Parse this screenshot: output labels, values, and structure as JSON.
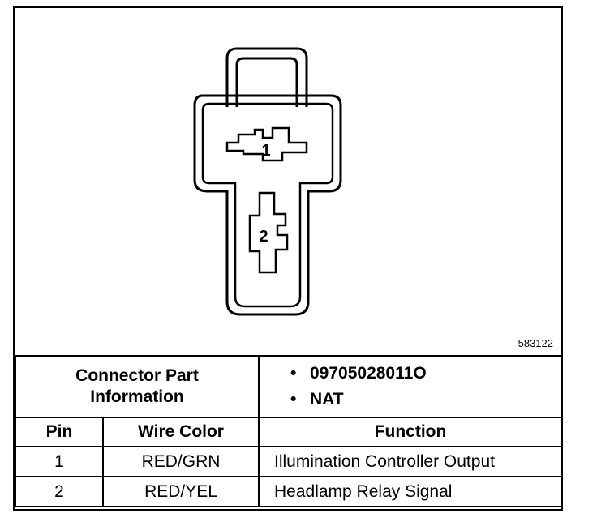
{
  "figure_id": "583122",
  "connector": {
    "pins": [
      {
        "label": "1"
      },
      {
        "label": "2"
      }
    ]
  },
  "part_info": {
    "label_line1": "Connector Part",
    "label_line2": "Information",
    "items": [
      "09705028011O",
      "NAT"
    ]
  },
  "table": {
    "headers": {
      "pin": "Pin",
      "wire_color": "Wire Color",
      "function": "Function"
    },
    "rows": [
      {
        "pin": "1",
        "wire_color": "RED/GRN",
        "function": "Illumination Controller Output"
      },
      {
        "pin": "2",
        "wire_color": "RED/YEL",
        "function": "Headlamp Relay Signal"
      }
    ]
  }
}
